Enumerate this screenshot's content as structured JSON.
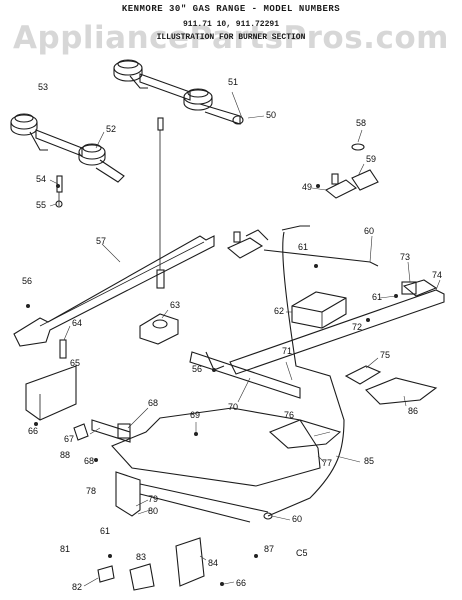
{
  "header": {
    "title": "KENMORE 30\" GAS RANGE - MODEL NUMBERS",
    "models": "911.71 10, 911.72291",
    "section": "ILLUSTRATION FOR BURNER SECTION"
  },
  "watermark": "AppliancePartsPros.com",
  "corner_code": "C5",
  "colors": {
    "line": "#1c1c1c",
    "watermark": "#969696",
    "background": "#ffffff"
  },
  "part_labels": [
    "53",
    "51",
    "50",
    "52",
    "54",
    "55",
    "57",
    "56",
    "64",
    "63",
    "58",
    "59",
    "49",
    "60",
    "61",
    "62",
    "73",
    "74",
    "61",
    "72",
    "56",
    "71",
    "70",
    "75",
    "86",
    "65",
    "68",
    "69",
    "67",
    "66",
    "88",
    "68",
    "76",
    "77",
    "85",
    "78",
    "79",
    "80",
    "60",
    "81",
    "61",
    "82",
    "83",
    "84",
    "87",
    "66"
  ]
}
